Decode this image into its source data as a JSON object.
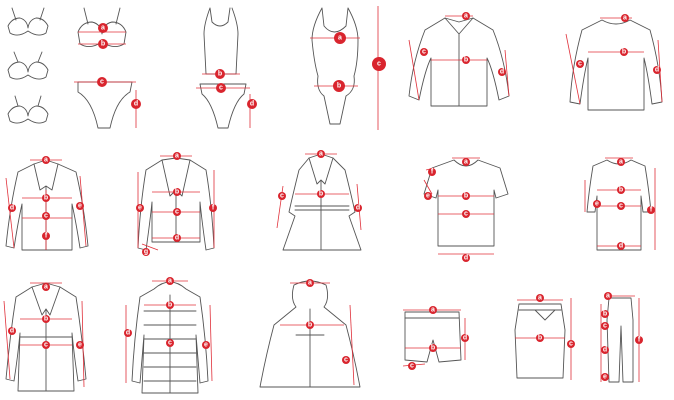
{
  "colors": {
    "outline": "#555555",
    "measure": "#e0303a",
    "badge": "#d9252e",
    "badge_text": "#ffffff"
  },
  "items": [
    {
      "name": "bra-styles",
      "badges": []
    },
    {
      "name": "bra-and-briefs-set",
      "badges": [
        "a",
        "b",
        "c",
        "d"
      ]
    },
    {
      "name": "tank-and-briefs-set",
      "badges": [
        "b",
        "c",
        "d"
      ]
    },
    {
      "name": "one-piece-swimsuit",
      "badges": [
        "a",
        "b",
        "c"
      ]
    },
    {
      "name": "collared-shirt",
      "badges": [
        "a",
        "b",
        "c",
        "d"
      ]
    },
    {
      "name": "long-sleeve-top",
      "badges": [
        "a",
        "b",
        "c",
        "d"
      ]
    },
    {
      "name": "short-jacket",
      "badges": [
        "a",
        "b",
        "c",
        "d",
        "e",
        "f"
      ]
    },
    {
      "name": "blazer",
      "badges": [
        "a",
        "b",
        "c",
        "d",
        "e",
        "f",
        "g"
      ]
    },
    {
      "name": "belted-trench-coat",
      "badges": [
        "a",
        "b",
        "c",
        "d"
      ]
    },
    {
      "name": "t-shirt",
      "badges": [
        "a",
        "b",
        "c",
        "d",
        "e",
        "f"
      ]
    },
    {
      "name": "sheath-dress",
      "badges": [
        "a",
        "b",
        "c",
        "d",
        "e",
        "f"
      ]
    },
    {
      "name": "long-coat",
      "badges": [
        "a",
        "b",
        "c",
        "d",
        "e"
      ]
    },
    {
      "name": "puffer-jacket",
      "badges": [
        "a",
        "b",
        "c",
        "d",
        "e"
      ]
    },
    {
      "name": "fur-hood-cape-coat",
      "badges": [
        "a",
        "b",
        "c"
      ]
    },
    {
      "name": "shorts",
      "badges": [
        "a",
        "b",
        "c",
        "d"
      ]
    },
    {
      "name": "pencil-skirt",
      "badges": [
        "a",
        "b",
        "c"
      ]
    },
    {
      "name": "trousers",
      "badges": [
        "a",
        "b",
        "c",
        "d",
        "e",
        "f"
      ]
    }
  ]
}
